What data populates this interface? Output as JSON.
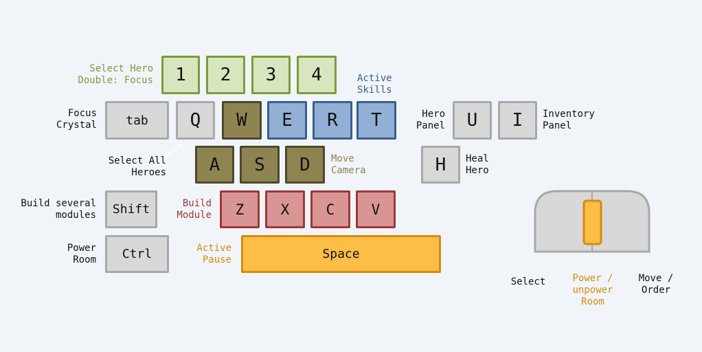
{
  "labels": {
    "select_hero": [
      "Select Hero",
      "Double: Focus"
    ],
    "active_skills": [
      "Active",
      "Skills"
    ],
    "focus_crystal": [
      "Focus",
      "Crystal"
    ],
    "hero_panel": [
      "Hero",
      "Panel"
    ],
    "inventory_panel": [
      "Inventory",
      "Panel"
    ],
    "select_all_heroes": [
      "Select All",
      "Heroes"
    ],
    "move_camera": [
      "Move",
      "Camera"
    ],
    "heal_hero": [
      "Heal",
      "Hero"
    ],
    "build_several": [
      "Build several",
      "modules"
    ],
    "build_module": [
      "Build",
      "Module"
    ],
    "power_room": [
      "Power",
      "Room"
    ],
    "active_pause": [
      "Active",
      "Pause"
    ],
    "mouse_select": "Select",
    "mouse_power": [
      "Power /",
      "unpower",
      "Room"
    ],
    "mouse_move": [
      "Move /",
      "Order"
    ]
  },
  "keys": {
    "k1": "1",
    "k2": "2",
    "k3": "3",
    "k4": "4",
    "tab": "tab",
    "q": "Q",
    "w": "W",
    "e": "E",
    "r": "R",
    "t": "T",
    "u": "U",
    "i": "I",
    "h": "H",
    "a": "A",
    "s": "S",
    "d": "D",
    "shift": "Shift",
    "z": "Z",
    "x": "X",
    "c": "C",
    "v": "V",
    "ctrl": "Ctrl",
    "space": "Space"
  },
  "colors": {
    "hero": "#7b9b3c",
    "skills": "#3a5e8e",
    "camera": "#8d8452",
    "build": "#9e3838",
    "pause": "#d68a0e"
  }
}
